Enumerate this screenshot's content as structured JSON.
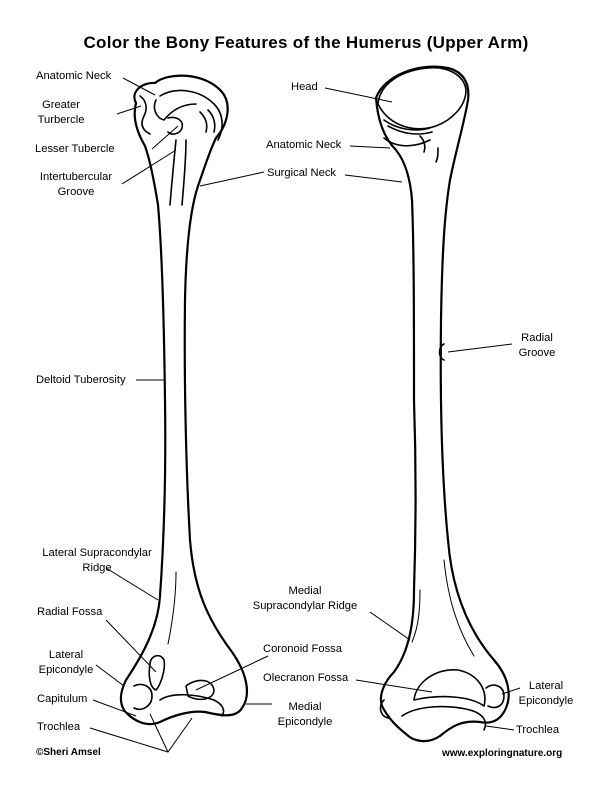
{
  "title": "Color the Bony Features of the Humerus (Upper Arm)",
  "labels": {
    "anatomic_neck_left": "Anatomic Neck",
    "greater_tubercle": "Greater\nTurbercle",
    "lesser_tubercle": "Lesser Tubercle",
    "intertubercular_groove": "Intertubercular\nGroove",
    "deltoid_tuberosity": "Deltoid Tuberosity",
    "lateral_supracondylar_ridge": "Lateral Supracondylar\nRidge",
    "radial_fossa": "Radial Fossa",
    "lateral_epicondyle_left": "Lateral\nEpicondyle",
    "capitulum": "Capitulum",
    "trochlea_left": "Trochlea",
    "head": "Head",
    "anatomic_neck_right": "Anatomic Neck",
    "surgical_neck": "Surgical Neck",
    "radial_groove": "Radial\nGroove",
    "medial_supracondylar_ridge": "Medial\nSupracondylar Ridge",
    "coronoid_fossa": "Coronoid Fossa",
    "olecranon_fossa": "Olecranon Fossa",
    "medial_epicondyle": "Medial\nEpicondyle",
    "lateral_epicondyle_right": "Lateral\nEpicondyle",
    "trochlea_right": "Trochlea"
  },
  "footer": {
    "copyright": "©Sheri Amsel",
    "website": "www.exploringnature.org"
  }
}
